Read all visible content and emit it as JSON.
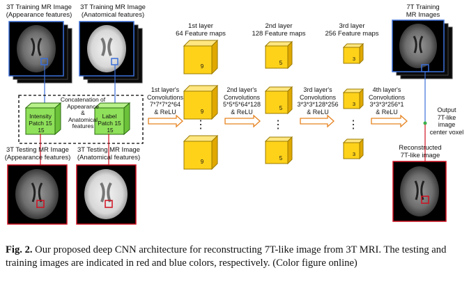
{
  "labels": {
    "train_appearance": [
      "3T Training MR Image",
      "(Appearance features)"
    ],
    "train_anatomical": [
      "3T Training MR Image",
      "(Anatomical features)"
    ],
    "test_appearance": [
      "3T Testing MR Image",
      "(Appearance features)"
    ],
    "test_anatomical": [
      "3T Testing MR Image",
      "(Anatomical features)"
    ],
    "concat": [
      "Concatenation of",
      "Appearance",
      "&",
      "Anatomical",
      "features"
    ],
    "intensity_patch": [
      "Intensity",
      "Patch 15"
    ],
    "label_patch": [
      "Label",
      "Patch 15"
    ],
    "patch_size": "15",
    "layer1_maps": [
      "1st layer",
      "64 Feature maps"
    ],
    "layer2_maps": [
      "2nd layer",
      "128 Feature maps"
    ],
    "layer3_maps": [
      "3rd layer",
      "256 Feature maps"
    ],
    "conv1": [
      "1st layer's",
      "Convolutions",
      "7*7*7*2*64",
      "& ReLU"
    ],
    "conv2": [
      "2nd layer's",
      "Convolutions",
      "5*5*5*64*128",
      "& ReLU"
    ],
    "conv3": [
      "3rd layer's",
      "Convolutions",
      "3*3*3*128*256",
      "& ReLU"
    ],
    "conv4": [
      "4th layer's",
      "Convolutions",
      "3*3*3*256*1",
      "& ReLU"
    ],
    "output": [
      "Output",
      "7T-like",
      "image",
      "center voxel"
    ],
    "train7t": [
      "7T Training",
      "MR Images"
    ],
    "recon": [
      "Reconstructed",
      "7T-like image"
    ],
    "dots": "⋮",
    "cube_labels": {
      "l1": "9",
      "l2": "5",
      "l3": "3"
    }
  },
  "caption": {
    "label": "Fig. 2.",
    "text": " Our proposed deep CNN architecture for reconstructing 7T-like image from 3T MRI. The testing and training images are indicated in red and blue colors, respectively. (Color figure online)"
  },
  "colors": {
    "training": "#3a6fd8",
    "testing": "#d01020",
    "patch_green": "#8fe05a",
    "feature_orange": "#ffd21a",
    "arrow_orange": "#e6821e"
  }
}
